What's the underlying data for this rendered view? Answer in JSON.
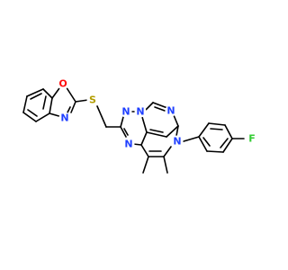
{
  "palette": {
    "carbon_bond": "#000000",
    "O": "#ff0d0d",
    "N": "#1f3fff",
    "S": "#b29d00",
    "F": "#33cc33"
  },
  "atoms": [
    {
      "id": "o1",
      "symbol": "O",
      "name": "oxazole-oxygen"
    },
    {
      "id": "n1",
      "symbol": "N",
      "name": "oxazole-nitrogen"
    },
    {
      "id": "s1",
      "symbol": "S",
      "name": "thioether-sulfur"
    },
    {
      "id": "n2",
      "symbol": "N",
      "name": "triazole-nitrogen-top"
    },
    {
      "id": "n3",
      "symbol": "N",
      "name": "triazole-nitrogen-bridge"
    },
    {
      "id": "n4",
      "symbol": "N",
      "name": "triazole-nitrogen-left"
    },
    {
      "id": "n5",
      "symbol": "N",
      "name": "pyrimidine-nitrogen"
    },
    {
      "id": "n6",
      "symbol": "N",
      "name": "pyrrole-nitrogen"
    },
    {
      "id": "f1",
      "symbol": "F",
      "name": "fluorine"
    }
  ]
}
